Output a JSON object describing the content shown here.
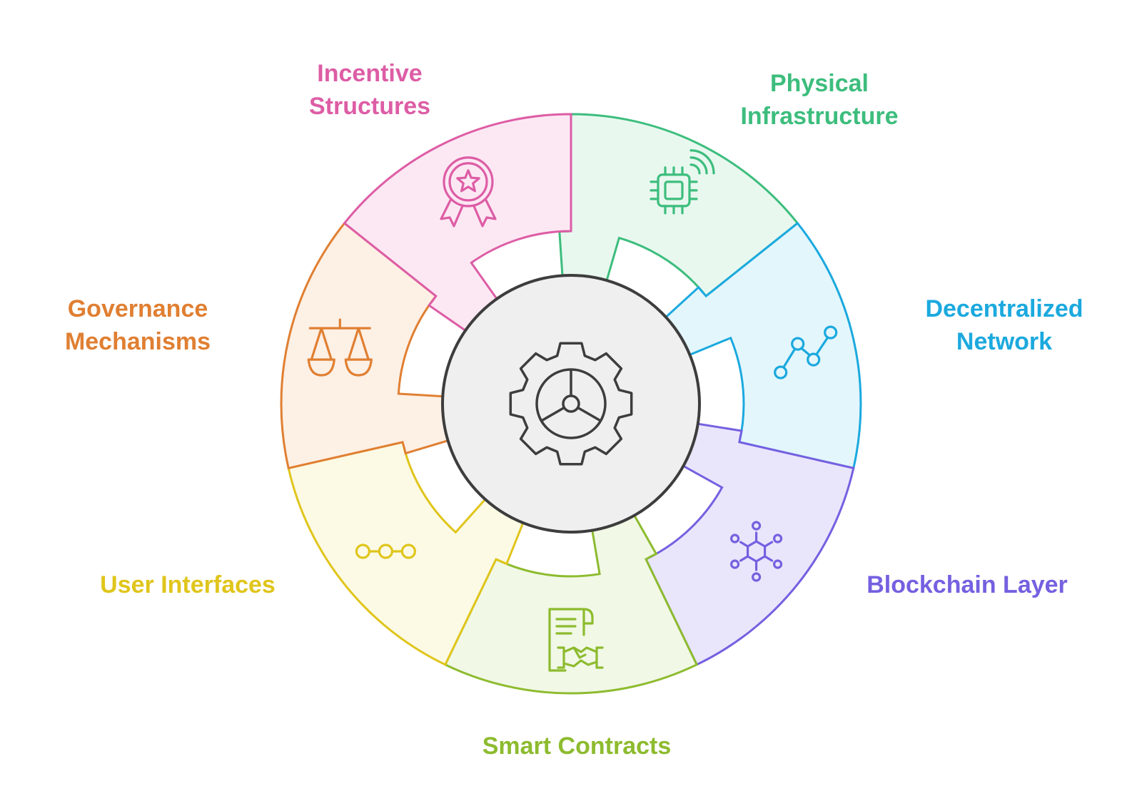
{
  "segments": [
    {
      "id": "physical-infrastructure",
      "label_lines": [
        "Physical",
        "Infrastructure"
      ],
      "stroke": "#3dbd7d",
      "fill": "#e8f8ef",
      "icon": "chip-signal-icon"
    },
    {
      "id": "decentralized-network",
      "label_lines": [
        "Decentralized",
        "Network"
      ],
      "stroke": "#1ba9de",
      "fill": "#e3f6fc",
      "icon": "network-graph-icon"
    },
    {
      "id": "blockchain-layer",
      "label_lines": [
        "Blockchain Layer"
      ],
      "stroke": "#7560e0",
      "fill": "#e9e6fc",
      "icon": "nodes-icon"
    },
    {
      "id": "smart-contracts",
      "label_lines": [
        "Smart Contracts"
      ],
      "stroke": "#8dbb2e",
      "fill": "#f1f8e6",
      "icon": "contract-handshake-icon"
    },
    {
      "id": "user-interfaces",
      "label_lines": [
        "User Interfaces"
      ],
      "stroke": "#e0c51c",
      "fill": "#fcfae5",
      "icon": "dots-connector-icon"
    },
    {
      "id": "governance-mechanisms",
      "label_lines": [
        "Governance",
        "Mechanisms"
      ],
      "stroke": "#e07f32",
      "fill": "#fdf0e5",
      "icon": "scales-icon"
    },
    {
      "id": "incentive-structures",
      "label_lines": [
        "Incentive",
        "Structures"
      ],
      "stroke": "#dd5da5",
      "fill": "#fce8f3",
      "icon": "award-badge-icon"
    }
  ],
  "hub": {
    "icon": "gear-icon",
    "stroke": "#3d3d3d",
    "fill": "#efefef"
  }
}
